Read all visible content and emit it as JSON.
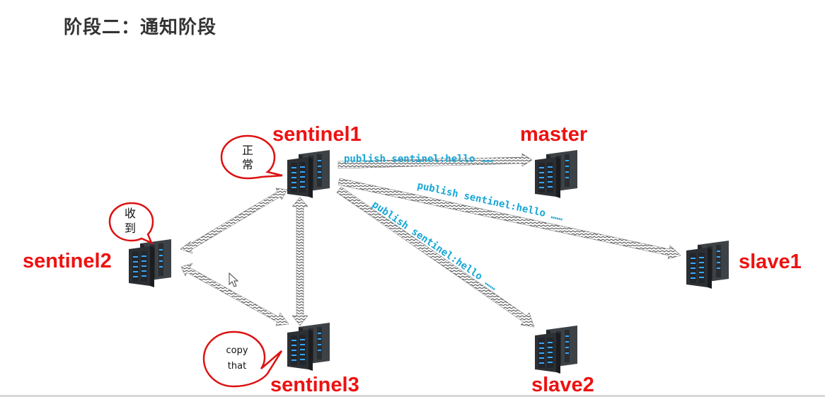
{
  "title": "阶段二：通知阶段",
  "colors": {
    "label": "#ee1111",
    "message": "#19a7d6",
    "bubble_border": "#dd1111",
    "arrow": "#555555",
    "server_dark": "#2c2f33",
    "server_light": "#3d4247",
    "led": "#35a7ff"
  },
  "nodes": {
    "sentinel1": {
      "label": "sentinel1"
    },
    "sentinel2": {
      "label": "sentinel2"
    },
    "sentinel3": {
      "label": "sentinel3"
    },
    "master": {
      "label": "master"
    },
    "slave1": {
      "label": "slave1"
    },
    "slave2": {
      "label": "slave2"
    }
  },
  "messages": {
    "to_master": "publish sentinel:hello ……",
    "to_slave1": "publish sentinel:hello ……",
    "to_slave2": "publish sentinel:hello ……"
  },
  "bubbles": {
    "sentinel1": {
      "line1": "正",
      "line2": "常"
    },
    "sentinel2": {
      "line1": "收",
      "line2": "到"
    },
    "sentinel3": {
      "line1": "copy",
      "line2": "that"
    }
  },
  "icons": {
    "server": "server-rack-icon",
    "cursor": "mouse-cursor-icon"
  }
}
